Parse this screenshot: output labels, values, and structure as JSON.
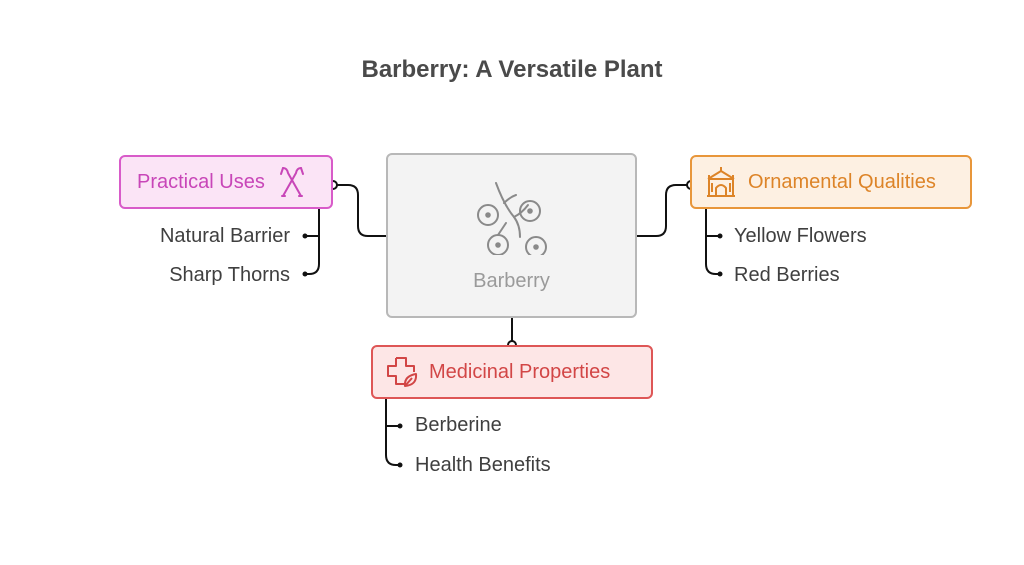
{
  "title": "Barberry: A Versatile Plant",
  "center": {
    "label": "Barberry",
    "icon": "berries-icon"
  },
  "branches": {
    "practical": {
      "label": "Practical Uses",
      "icon": "crossed-tools-icon",
      "color": "#c846b8",
      "items": [
        "Natural Barrier",
        "Sharp Thorns"
      ]
    },
    "ornamental": {
      "label": "Ornamental Qualities",
      "icon": "palace-icon",
      "color": "#dd8428",
      "items": [
        "Yellow Flowers",
        "Red Berries"
      ]
    },
    "medicinal": {
      "label": "Medicinal Properties",
      "icon": "medical-cross-leaf-icon",
      "color": "#d24646",
      "items": [
        "Berberine",
        "Health Benefits"
      ]
    }
  }
}
